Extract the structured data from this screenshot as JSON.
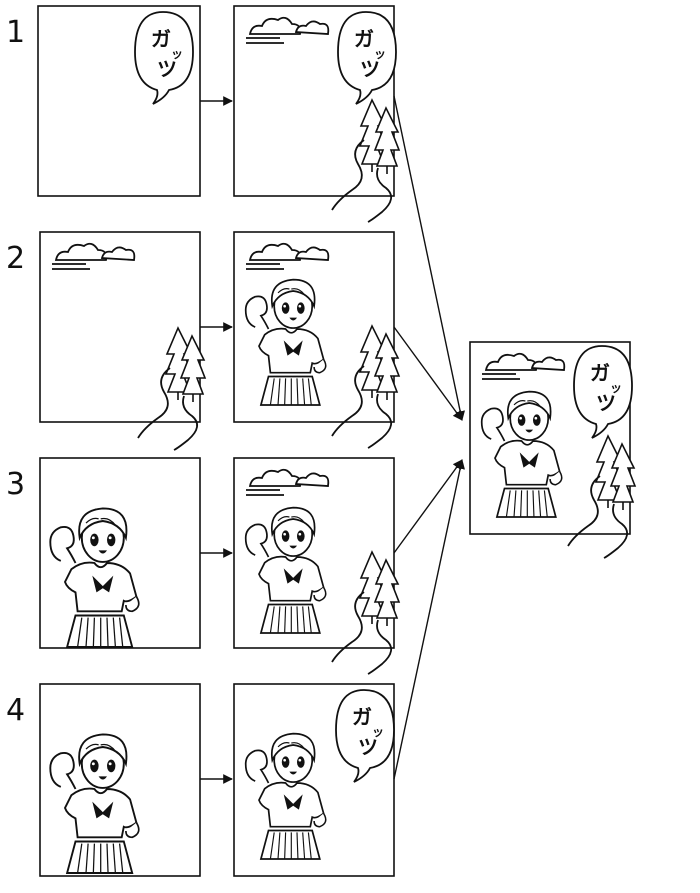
{
  "rows": [
    {
      "number": "1",
      "left": [
        "speech"
      ],
      "right": [
        "clouds",
        "speech",
        "trees"
      ]
    },
    {
      "number": "2",
      "left": [
        "clouds",
        "trees"
      ],
      "right": [
        "girl",
        "trees"
      ]
    },
    {
      "number": "3",
      "left": [
        "girl"
      ],
      "right": [
        "clouds",
        "girl",
        "trees"
      ]
    },
    {
      "number": "4",
      "left": [
        "girl"
      ],
      "right": [
        "girl",
        "speech"
      ]
    }
  ],
  "final": [
    "clouds",
    "girl",
    "speech",
    "trees"
  ],
  "speech_text": {
    "main": "ガ",
    "line1": "ッ",
    "line2": "ツ"
  },
  "colors": {
    "ink": "#111111",
    "paper": "#ffffff"
  }
}
